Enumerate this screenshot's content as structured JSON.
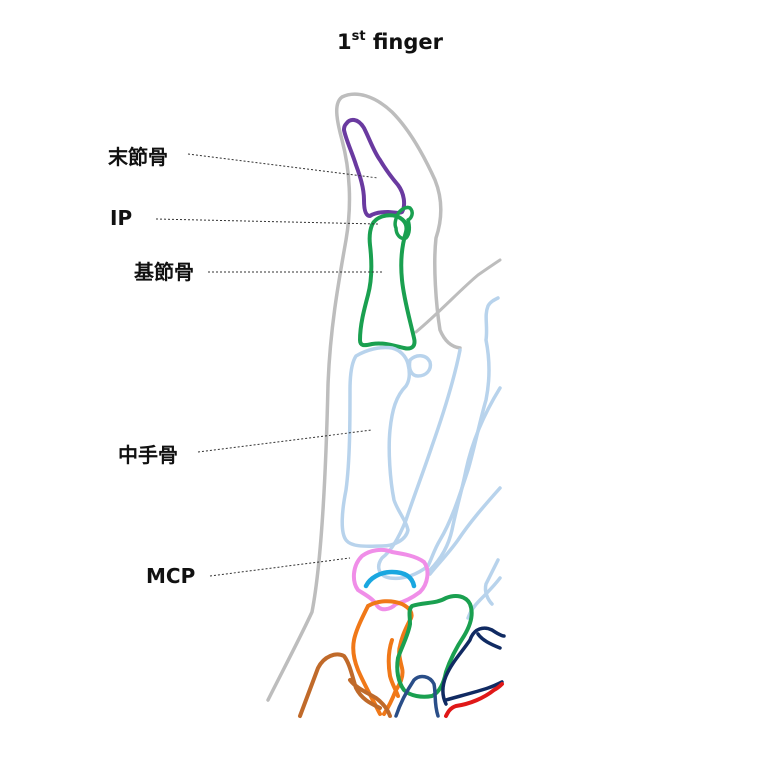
{
  "title": {
    "main": "1",
    "sup": "st",
    "rest": " finger"
  },
  "labels": {
    "distal_phalanx": "末節骨",
    "ip_joint": "IP",
    "proximal_phalanx": "基節骨",
    "metacarpal": "中手骨",
    "mcp_joint": "MCP"
  },
  "colors": {
    "skin_outline": "#bdbdbd",
    "distal_phalanx": "#6a3aa0",
    "proximal_phalanx": "#1aa050",
    "metacarpal": "#b8d3ec",
    "sesamoid": "#f08ee8",
    "sesamoid_inner": "#1aa7e0",
    "trapezium": "#f07818",
    "scaphoid": "#c06a2a",
    "trapezoid": "#1aa050",
    "capitate": "#2a4e88",
    "hamate": "#102a62",
    "radius_edge": "#e01818",
    "leader_line": "#333333"
  }
}
